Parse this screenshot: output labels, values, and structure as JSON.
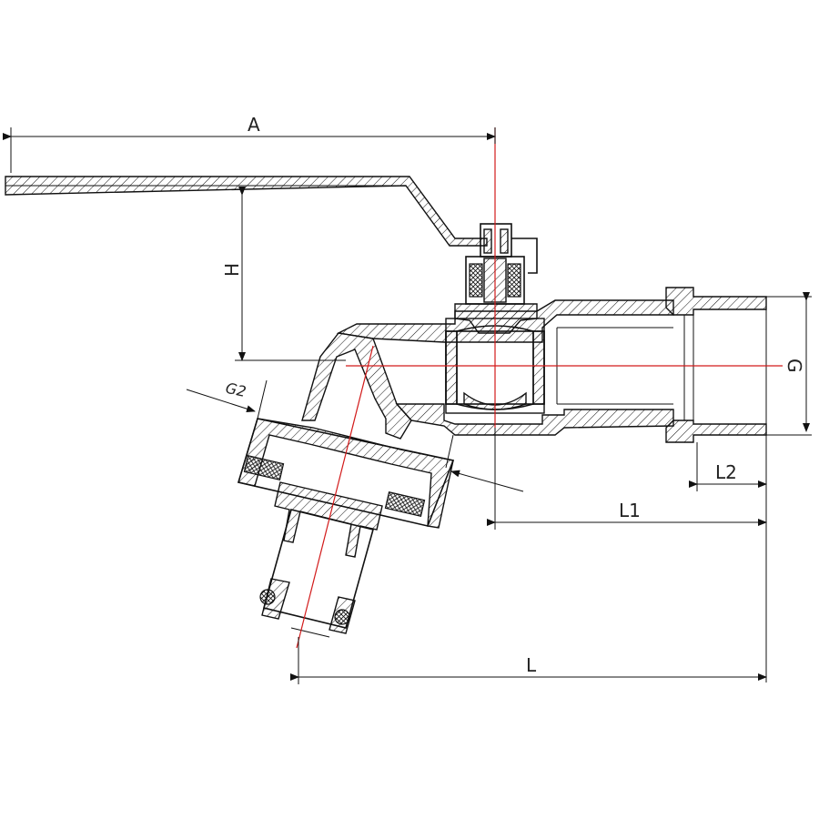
{
  "diagram": {
    "labels": {
      "A": "A",
      "H": "H",
      "G": "G",
      "G2": "G2",
      "L": "L",
      "L1": "L1",
      "L2": "L2"
    },
    "colors": {
      "centerline": "#d21a1a",
      "line": "#111111",
      "background": "#ffffff"
    }
  }
}
